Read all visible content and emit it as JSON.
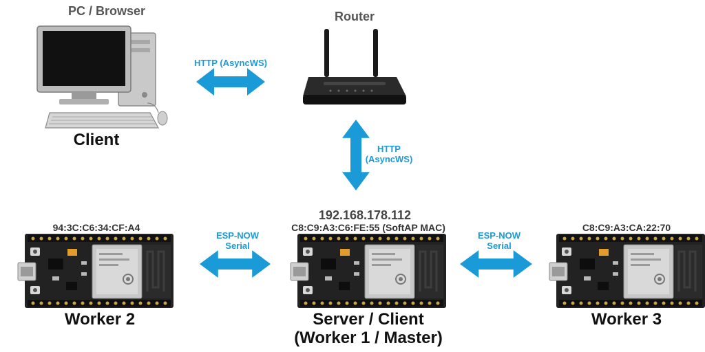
{
  "nodes": {
    "pc": {
      "heading": "PC / Browser",
      "label": "Client",
      "icon": "desktop-computer-icon"
    },
    "router": {
      "heading": "Router",
      "icon": "router-icon"
    },
    "worker2": {
      "mac": "94:3C:C6:34:CF:A4",
      "label": "Worker 2",
      "icon": "esp32-board-icon"
    },
    "server": {
      "ip": "192.168.178.112",
      "mac": "C8:C9:A3:C6:FE:55 (SoftAP MAC)",
      "label_line1": "Server / Client",
      "label_line2": "(Worker 1 / Master)",
      "icon": "esp32-board-icon"
    },
    "worker3": {
      "mac": "C8:C9:A3:CA:22:70",
      "label": "Worker 3",
      "icon": "esp32-board-icon"
    }
  },
  "links": {
    "pc_router": {
      "text": "HTTP (AsyncWS)"
    },
    "router_server": {
      "line1": "HTTP",
      "line2": "(AsyncWS)"
    },
    "worker2_server": {
      "line1": "ESP-NOW",
      "line2": "Serial"
    },
    "server_worker3": {
      "line1": "ESP-NOW",
      "line2": "Serial"
    }
  },
  "colors": {
    "arrow": "#1a9ad6",
    "board": "#1f1f1f",
    "text": "#111111"
  }
}
